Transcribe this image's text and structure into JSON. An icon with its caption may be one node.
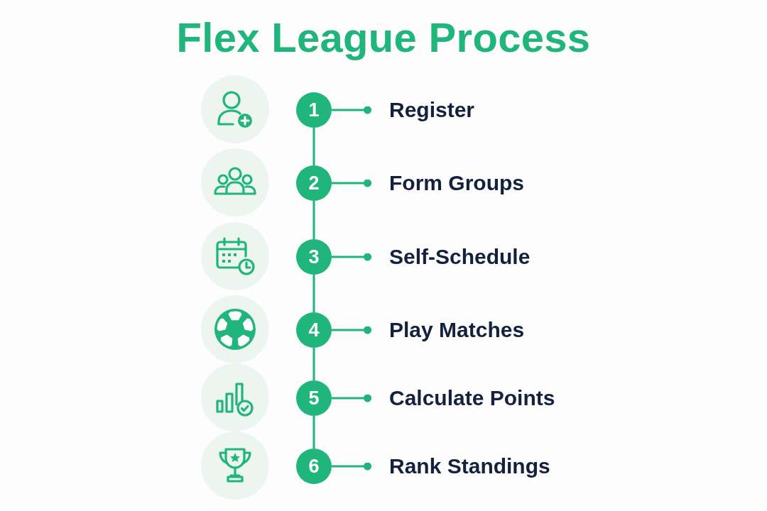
{
  "diagram": {
    "title": "Flex League Process",
    "nodes": [
      {
        "text": [
          "1"
        ]
      },
      {
        "text": [
          "Register"
        ]
      },
      {
        "text": [
          "2"
        ]
      },
      {
        "text": [
          "Form Groups"
        ]
      },
      {
        "text": [
          "3"
        ]
      },
      {
        "text": [
          "Self-Schedule"
        ]
      },
      {
        "text": [
          "4"
        ]
      },
      {
        "text": [
          "Play Matches"
        ]
      },
      {
        "text": [
          "5"
        ]
      },
      {
        "text": [
          "Calculate Points"
        ]
      },
      {
        "text": [
          "6"
        ]
      },
      {
        "text": [
          "Rank Standings"
        ]
      }
    ],
    "edges": [
      {
        "from": 0,
        "to": 1,
        "arrow": "other"
      },
      {
        "from": 0,
        "to": 2,
        "arrow": "none"
      },
      {
        "from": 2,
        "to": 3,
        "arrow": "other"
      },
      {
        "from": 2,
        "to": 4,
        "arrow": "none"
      },
      {
        "from": 4,
        "to": 5,
        "arrow": "other"
      },
      {
        "from": 4,
        "to": 6,
        "arrow": "none"
      },
      {
        "from": 6,
        "to": 7,
        "arrow": "other"
      },
      {
        "from": 6,
        "to": 8,
        "arrow": "none"
      },
      {
        "from": 8,
        "to": 9,
        "arrow": "other"
      },
      {
        "from": 8,
        "to": 10,
        "arrow": "none"
      },
      {
        "from": 10,
        "to": 11,
        "arrow": "other"
      }
    ]
  }
}
